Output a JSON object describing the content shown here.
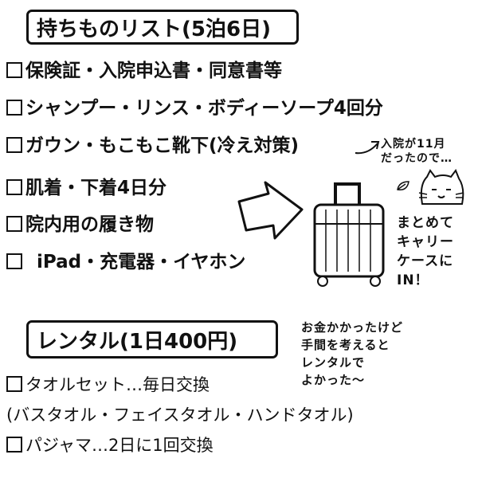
{
  "title": "持ちものリスト(5泊6日)",
  "items": [
    "保険証・入院申込書・同意書等",
    "シャンプー・リンス・ボディーソープ4回分",
    "ガウン・もこもこ靴下(冷え対策)",
    "肌着・下着4日分",
    "院内用の履き物",
    "iPad・充電器・イヤホン"
  ],
  "notes": {
    "november": "入院が11月\nだったので…",
    "carry": "まとめて\nキャリー\nケースに\nIN！",
    "rental_comment": "お金かかったけど\n手間を考えると\nレンタルで\nよかった〜"
  },
  "rental_title": "レンタル(1日400円)",
  "rental_items": [
    "タオルセット…毎日交換",
    "(バスタオル・フェイスタオル・ハンドタオル)",
    "パジャマ…2日に1回交換"
  ]
}
